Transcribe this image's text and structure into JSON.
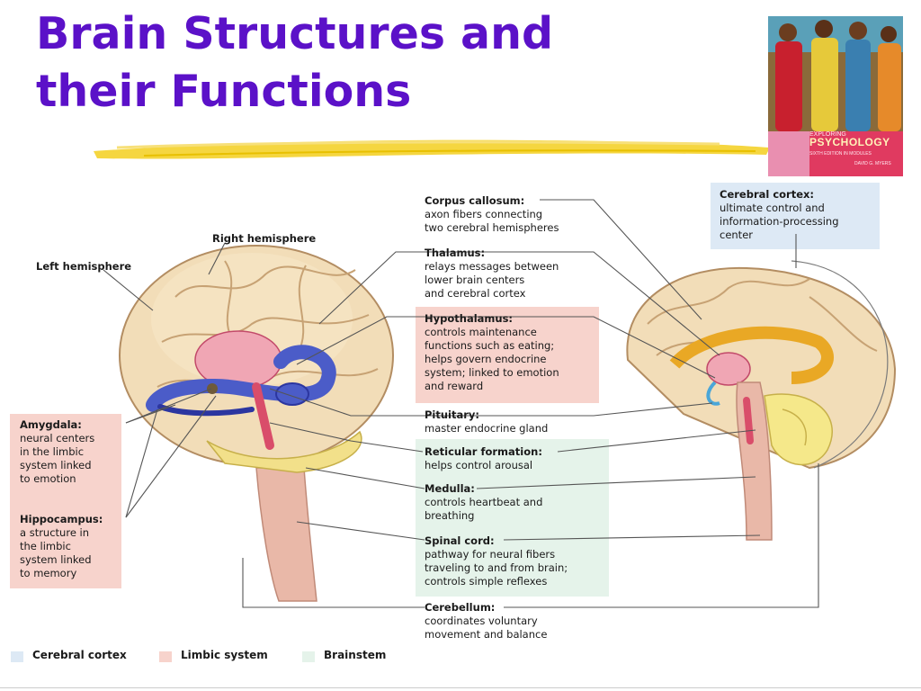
{
  "slide": {
    "title_line1": "Brain Structures and",
    "title_line2": "their Functions"
  },
  "book_cover": {
    "brand": "EXPLORING",
    "title": "PSYCHOLOGY",
    "subtitle": "SIXTH EDITION IN MODULES",
    "author": "DAVID G. MYERS"
  },
  "diagram": {
    "side_labels": {
      "right_hemisphere": "Right hemisphere",
      "left_hemisphere": "Left hemisphere"
    },
    "left_labels": [
      {
        "name": "Amygdala:",
        "desc": "neural centers\nin the limbic\nsystem linked\nto emotion"
      },
      {
        "name": "Hippocampus:",
        "desc": "a structure in\nthe limbic\nsystem linked\nto memory"
      }
    ],
    "center_labels": [
      {
        "name": "Corpus callosum:",
        "desc": "axon fibers connecting\ntwo cerebral hemispheres"
      },
      {
        "name": "Thalamus:",
        "desc": "relays messages between\nlower brain centers\nand cerebral cortex"
      },
      {
        "name": "Hypothalamus:",
        "desc": "controls maintenance\nfunctions such as eating;\nhelps govern endocrine\nsystem; linked to emotion\nand reward"
      },
      {
        "name": "Pituitary:",
        "desc": "master endocrine gland"
      },
      {
        "name": "Reticular formation:",
        "desc": "helps control arousal"
      },
      {
        "name": "Medulla:",
        "desc": "controls heartbeat and\nbreathing"
      },
      {
        "name": "Spinal cord:",
        "desc": "pathway for neural fibers\ntraveling to and from brain;\ncontrols simple reflexes"
      },
      {
        "name": "Cerebellum:",
        "desc": "coordinates voluntary\nmovement and balance"
      }
    ],
    "right_label": {
      "name": "Cerebral cortex:",
      "desc": "ultimate control and\ninformation-processing\ncenter"
    }
  },
  "legend": [
    {
      "label": "Cerebral cortex",
      "color": "#dde9f5"
    },
    {
      "label": "Limbic system",
      "color": "#f7d3cc"
    },
    {
      "label": "Brainstem",
      "color": "#e5f3ea"
    }
  ],
  "colors": {
    "title": "#5b11c8",
    "limbic_box": "#f7d3cc",
    "brainstem_box": "#e5f3ea",
    "cortex_box": "#dde9f5",
    "highlighter": "#f3cf1e"
  }
}
